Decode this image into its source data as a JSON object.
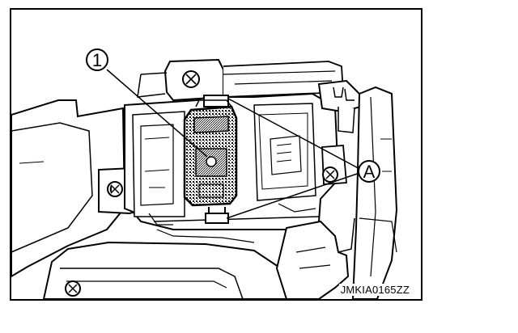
{
  "callouts": {
    "part_1": "1",
    "part_a": "A"
  },
  "figure_code": "JMKIA0165ZZ"
}
